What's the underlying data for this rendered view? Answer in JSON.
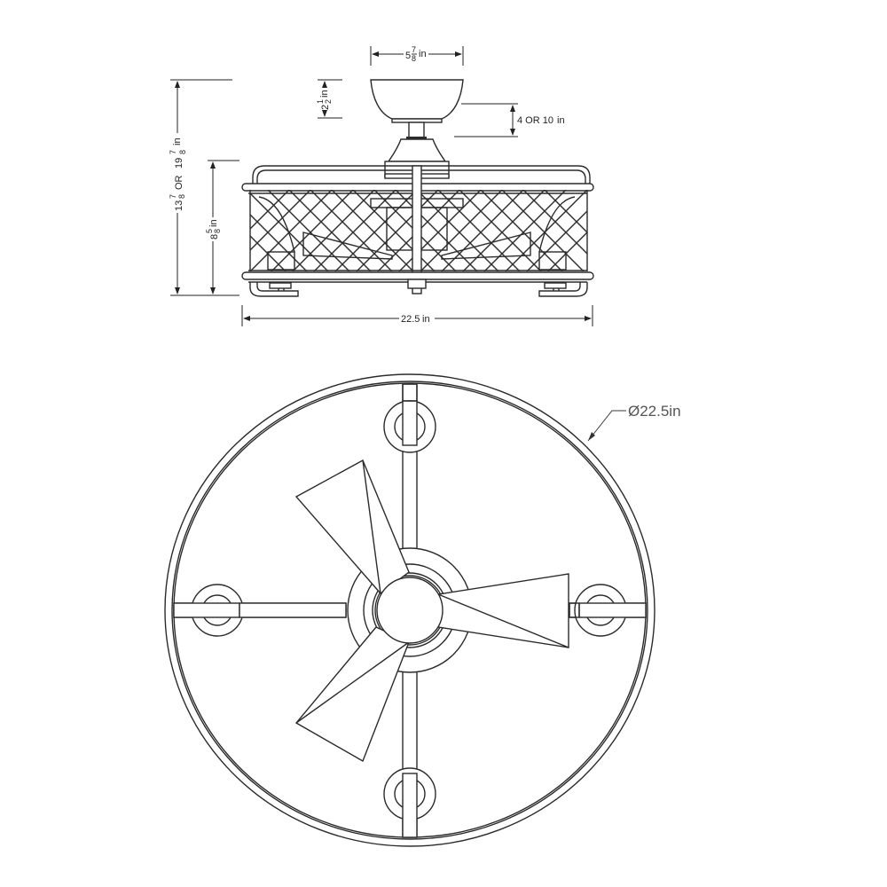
{
  "diagram": {
    "title": "Caged ceiling fan dimension drawing",
    "units": "in",
    "views": [
      "side-elevation",
      "bottom-plan"
    ]
  },
  "side_view": {
    "canopy_width": {
      "whole": "5",
      "num": "7",
      "den": "8",
      "unit": "in"
    },
    "canopy_height": {
      "whole": "2",
      "num": "1",
      "den": "2",
      "unit": "in"
    },
    "downrod": {
      "label": "4 OR 10",
      "unit": "in"
    },
    "overall_height": {
      "a_whole": "13",
      "a_num": "7",
      "a_den": "8",
      "or": "OR",
      "b_whole": "19",
      "b_num": "7",
      "b_den": "8",
      "unit": "in"
    },
    "cage_height": {
      "whole": "8",
      "num": "5",
      "den": "8",
      "unit": "in"
    },
    "overall_width": {
      "label": "22.5",
      "unit": "in"
    }
  },
  "bottom_view": {
    "diameter_label": "Ø22.5in",
    "blade_count": 3,
    "light_mounts": 4
  },
  "colors": {
    "line": "#2b2b2b",
    "text": "#222222",
    "callout_text": "#555555",
    "background": "#ffffff"
  }
}
